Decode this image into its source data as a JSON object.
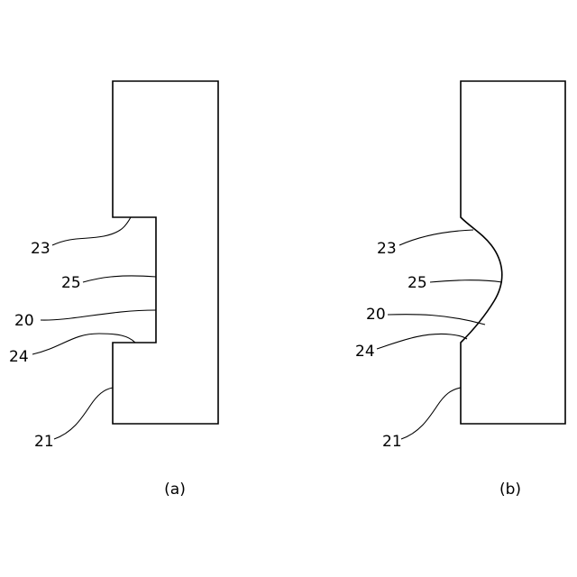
{
  "figure_a": {
    "caption": "(a)",
    "labels": {
      "l23": "23",
      "l25": "25",
      "l20": "20",
      "l24": "24",
      "l21": "21"
    }
  },
  "figure_b": {
    "caption": "(b)",
    "labels": {
      "l23": "23",
      "l25": "25",
      "l20": "20",
      "l24": "24",
      "l21": "21"
    }
  },
  "colors": {
    "stroke": "#000000",
    "background": "#ffffff"
  }
}
